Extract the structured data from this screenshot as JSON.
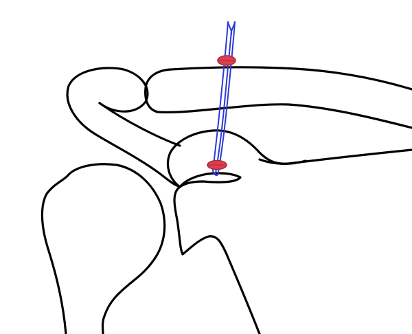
{
  "figure": {
    "type": "anatomical-line-drawing",
    "subject": "shoulder-acromioclavicular-coracoclavicular-fixation",
    "colors": {
      "background": "#ffffff",
      "bone_outline": "#000000",
      "suture": "#2a3ad6",
      "button_fill": "#d9414e",
      "button_stroke": "#b02838"
    },
    "structures": [
      "clavicle",
      "acromion",
      "coracoid-process",
      "humeral-head",
      "scapula",
      "suture-loop",
      "cortical-button-clavicle",
      "cortical-button-coracoid"
    ]
  }
}
